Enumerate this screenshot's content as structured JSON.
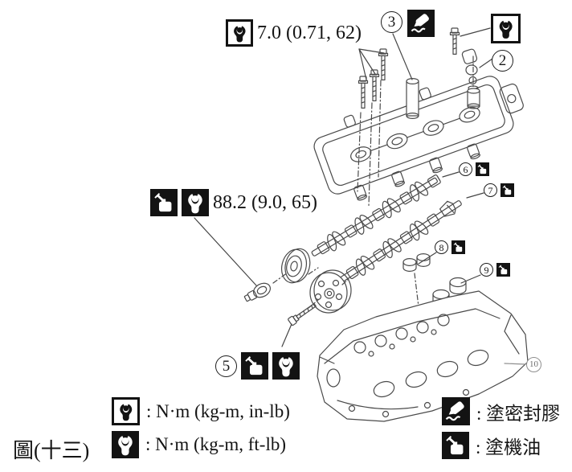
{
  "figure_caption": "圖(十三)",
  "annotations": {
    "torque_valve_cover": "7.0 (0.71, 62)",
    "torque_cam_sprocket": "88.2 (9.0, 65)"
  },
  "callouts": {
    "c2": "2",
    "c3": "3",
    "c5": "5",
    "c6": "6",
    "c7": "7",
    "c8": "8",
    "c9": "9",
    "c10": "10"
  },
  "legend": {
    "torque_inlb": ": N·m (kg-m, in-lb)",
    "torque_ftlb": ": N·m (kg-m, ft-lb)",
    "sealant": ": 塗密封膠",
    "oil": ": 塗機油"
  },
  "icons": {
    "torque_inlb": "torque-wrench-outline-icon",
    "torque_ftlb": "torque-wrench-solid-icon",
    "sealant": "sealant-applicator-icon",
    "oil": "oil-can-icon"
  },
  "colors": {
    "ink": "#141414",
    "line_art": "#4a4a4a",
    "icon_bg": "#131313",
    "background": "#ffffff",
    "callout10_grey": "#6d6d6d"
  }
}
